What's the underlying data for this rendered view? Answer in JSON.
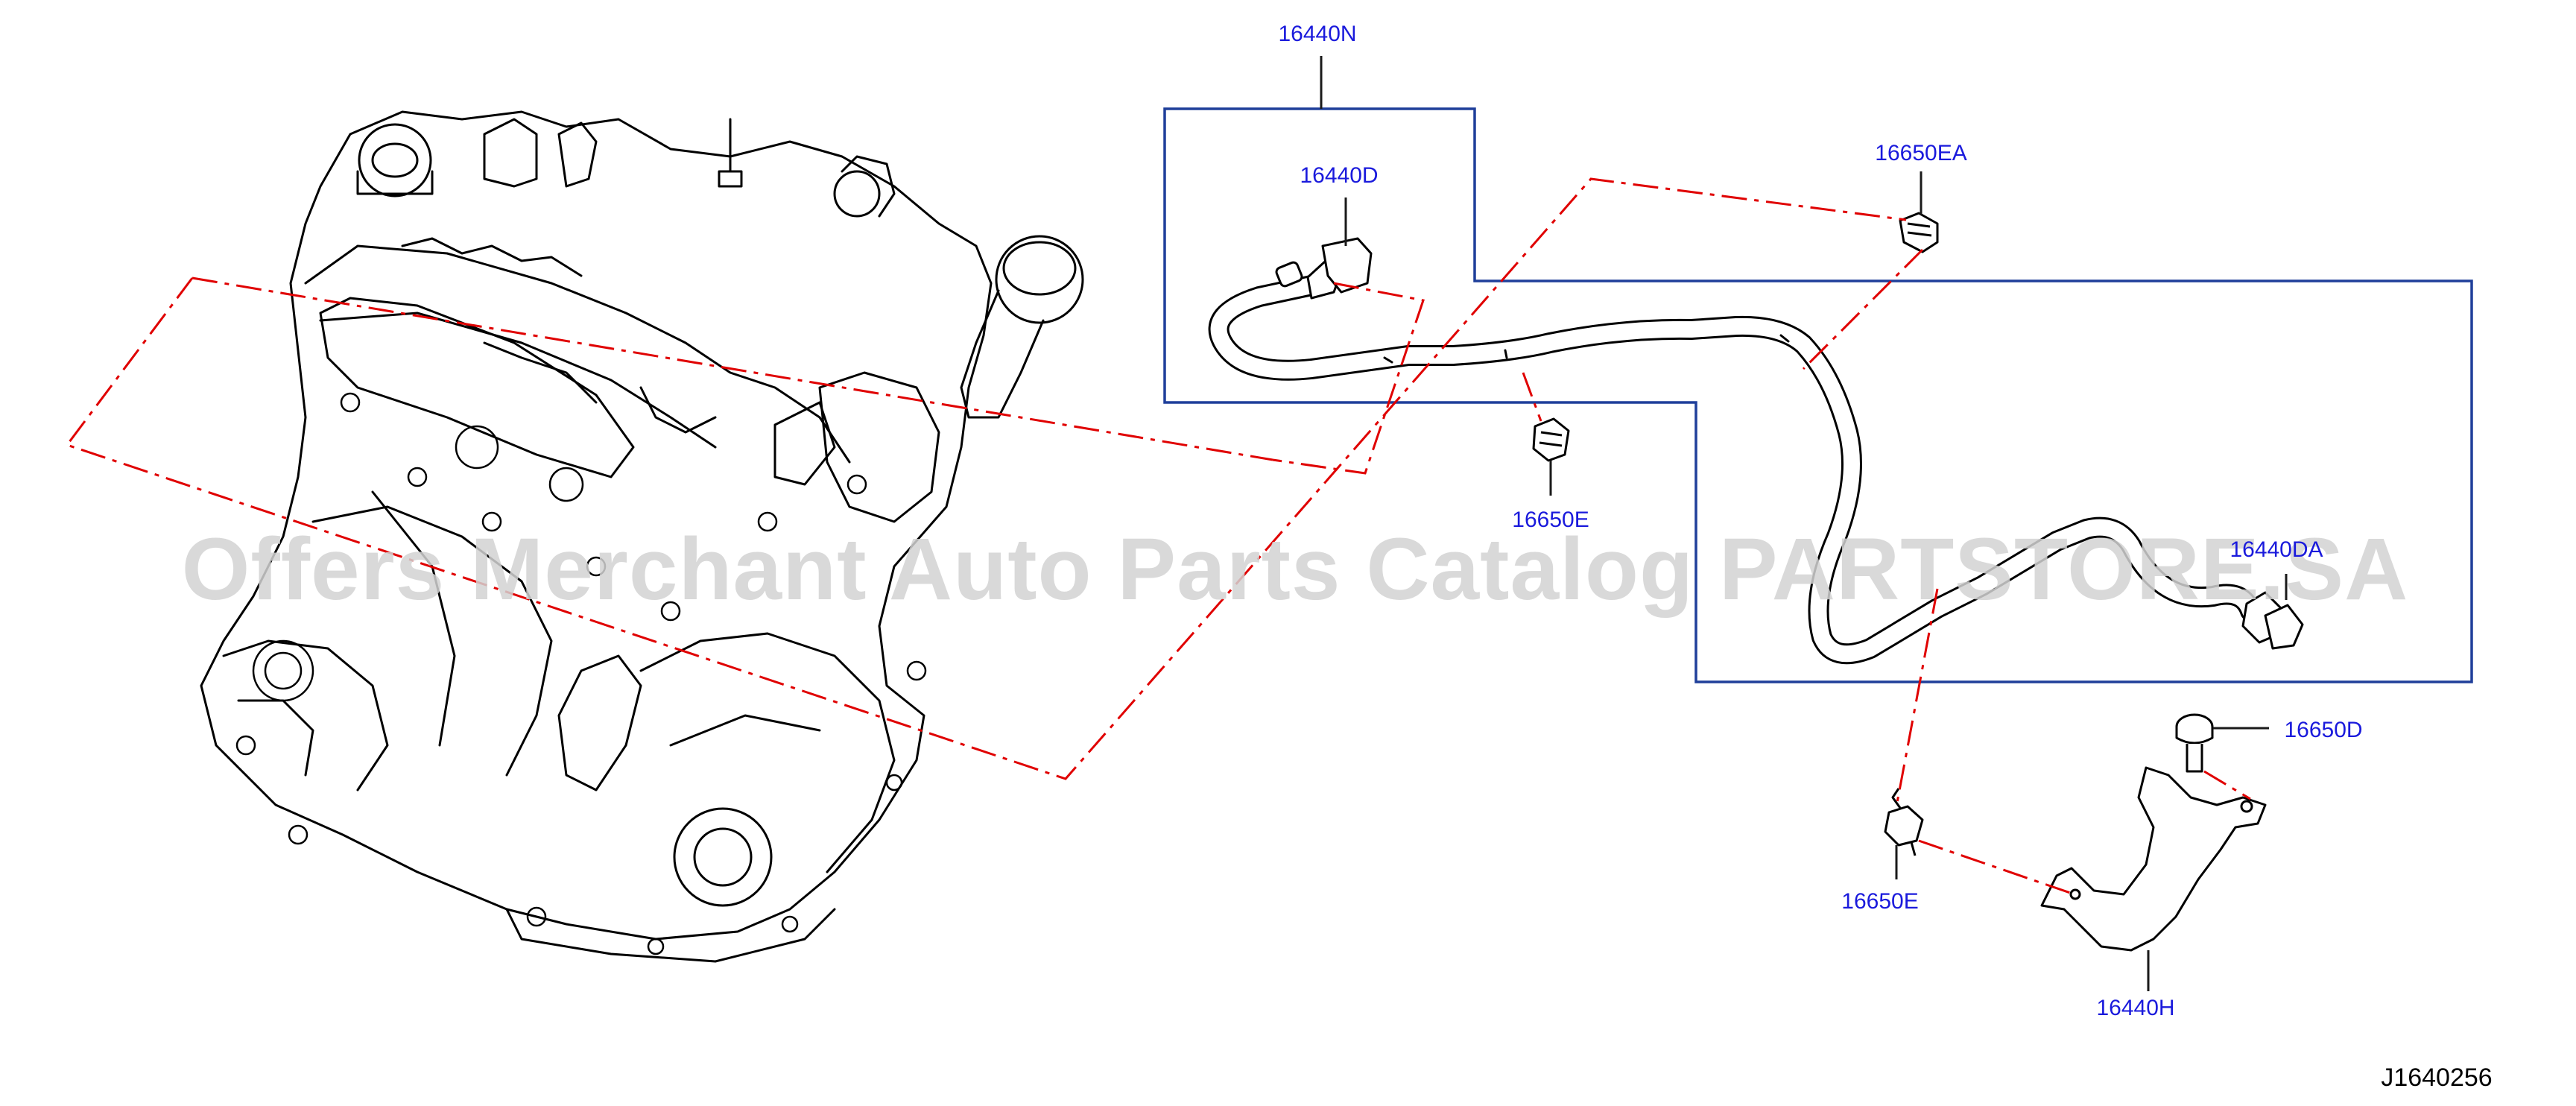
{
  "diagram": {
    "watermark": "Offers Merchant Auto Parts Catalog PARTSTORE.SA",
    "reference_code": "J1640256",
    "part_labels": {
      "p16440N": "16440N",
      "p16440D": "16440D",
      "p16650EA": "16650EA",
      "p16650E_top": "16650E",
      "p16440DA": "16440DA",
      "p16650D": "16650D",
      "p16650E_bottom": "16650E",
      "p16440H": "16440H"
    },
    "colors": {
      "label_blue": "#1a1adc",
      "box_blue": "#1f3f9a",
      "leader_red": "#e00000",
      "line_art": "#000000",
      "watermark": "#d3d3d3"
    }
  }
}
